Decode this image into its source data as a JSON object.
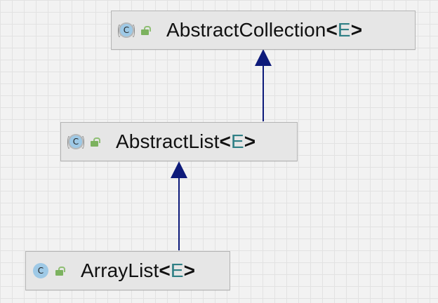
{
  "diagram": {
    "nodes": [
      {
        "id": "abstract-collection",
        "kind": "abstract",
        "icon_letter": "C",
        "name": "AbstractCollection",
        "type_param": "E"
      },
      {
        "id": "abstract-list",
        "kind": "abstract",
        "icon_letter": "C",
        "name": "AbstractList",
        "type_param": "E"
      },
      {
        "id": "array-list",
        "kind": "class",
        "icon_letter": "C",
        "name": "ArrayList",
        "type_param": "E"
      }
    ],
    "edges": [
      {
        "from": "abstract-list",
        "to": "abstract-collection",
        "type": "extends"
      },
      {
        "from": "array-list",
        "to": "abstract-list",
        "type": "extends"
      }
    ],
    "colors": {
      "arrow": "#0d1a7a",
      "class_icon": "#9ec9e6",
      "lock_icon": "#7cb25f",
      "type_param": "#2f7f85",
      "node_fill": "#e6e6e6"
    },
    "icons": [
      "class-icon",
      "abstract-class-icon",
      "open-lock-icon"
    ],
    "open_bracket": "<",
    "close_bracket": ">"
  }
}
